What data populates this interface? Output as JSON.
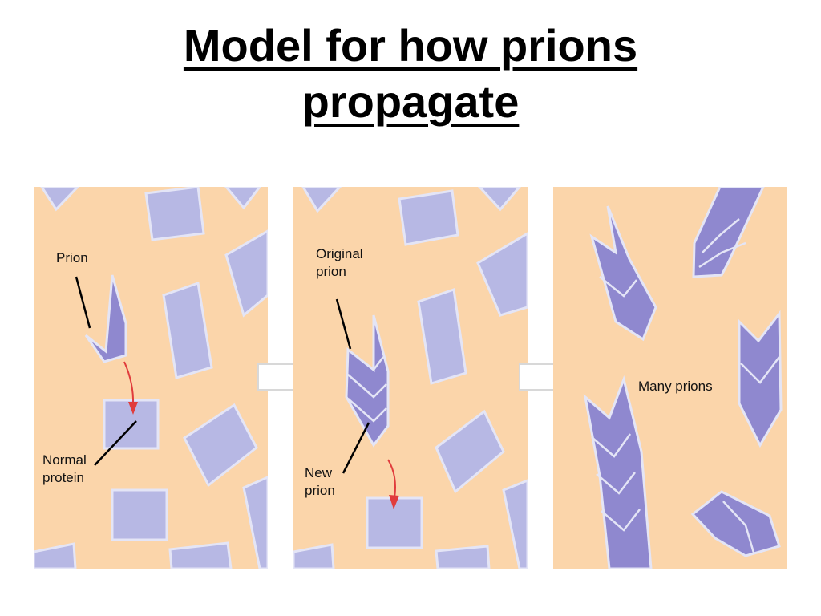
{
  "title": {
    "line1": "Model for how prions",
    "line2": "propagate"
  },
  "panel1": {
    "prion_label": "Prion",
    "normal_label_line1": "Normal",
    "normal_label_line2": "protein"
  },
  "panel2": {
    "original_label_line1": "Original",
    "original_label_line2": "prion",
    "new_label_line1": "New",
    "new_label_line2": "prion"
  },
  "panel3": {
    "many_label": "Many prions"
  },
  "colors": {
    "background": "#fbd5aa",
    "protein_fill": "#b7b8e4",
    "prion_fill": "#8f88cf",
    "edge_light": "#e4e5f6",
    "conversion_arrow": "#e03c3c"
  }
}
